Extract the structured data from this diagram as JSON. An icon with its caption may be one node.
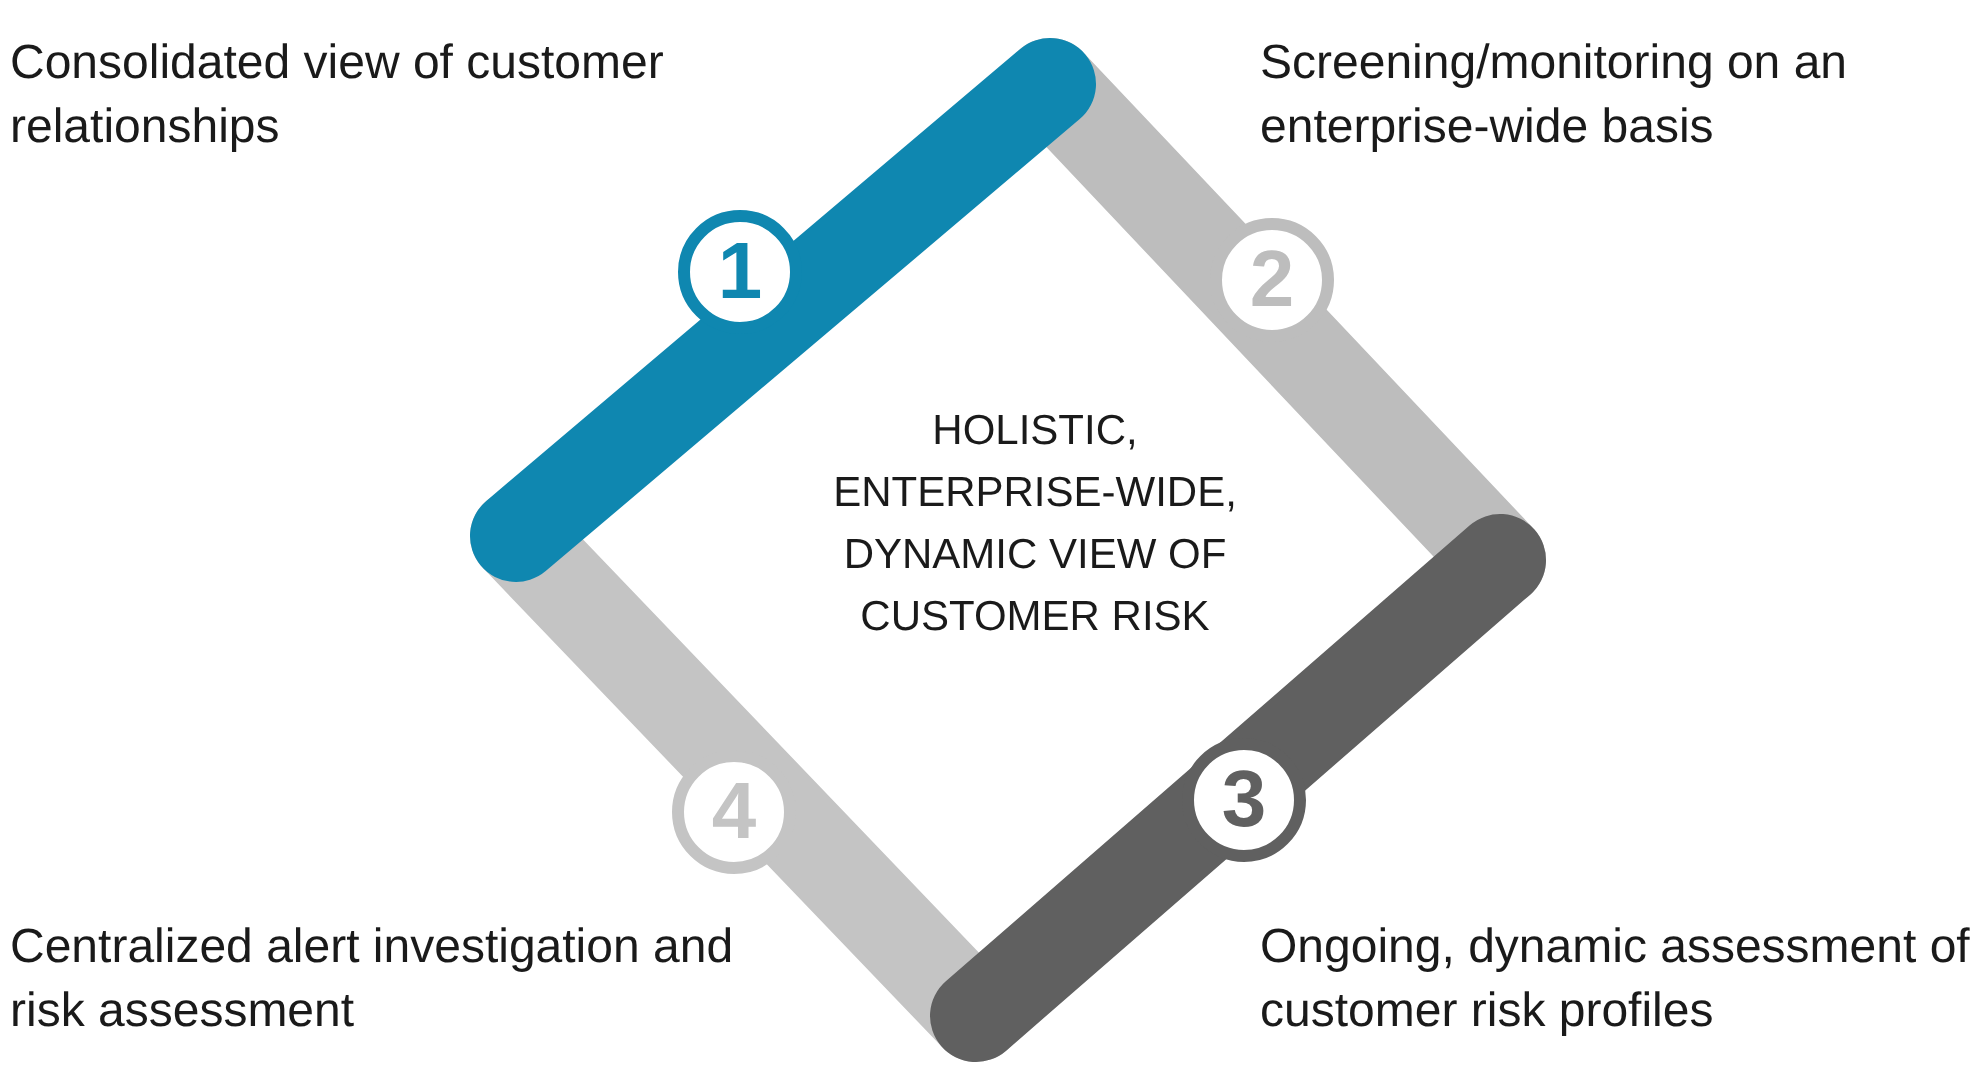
{
  "diagram": {
    "nodes": [
      {
        "text": [
          "1"
        ],
        "beside": [
          "Consolidated view of customer relationships"
        ]
      },
      {
        "text": [
          "2"
        ],
        "beside": [
          "Screening/monitoring on an enterprise-wide basis"
        ]
      },
      {
        "text": [
          "3"
        ],
        "beside": [
          "Ongoing, dynamic assessment of customer risk profiles"
        ]
      },
      {
        "text": [
          "4"
        ],
        "beside": [
          "Centralized alert investigation and risk assessment"
        ]
      }
    ],
    "labels": [
      "HOLISTIC, ENTERPRISE-WIDE, DYNAMIC VIEW OF CUSTOMER RISK"
    ]
  }
}
